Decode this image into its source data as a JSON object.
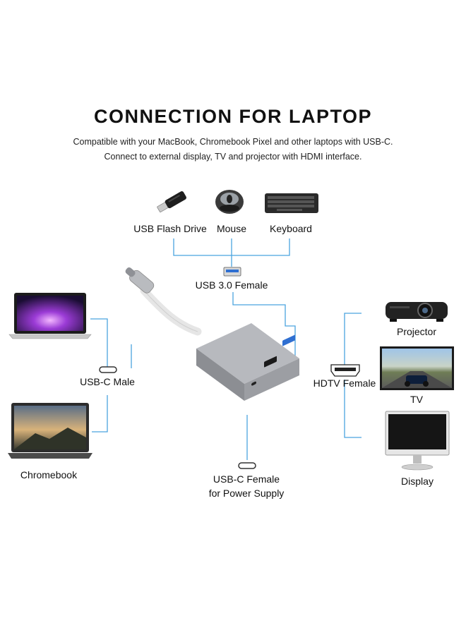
{
  "header": {
    "title": "CONNECTION FOR LAPTOP",
    "subtitle_line1": "Compatible with your MacBook, Chromebook Pixel and other laptops with USB-C.",
    "subtitle_line2": "Connect to external display, TV and projector with HDMI interface."
  },
  "peripherals": {
    "usb_flash_drive": "USB Flash Drive",
    "mouse": "Mouse",
    "keyboard": "Keyboard"
  },
  "ports": {
    "usb3_female": "USB 3.0 Female",
    "usbc_male": "USB-C Male",
    "hdtv_female": "HDTV Female",
    "usbc_female_line1": "USB-C Female",
    "usbc_female_line2": "for Power Supply"
  },
  "laptops": {
    "chromebook": "Chromebook"
  },
  "displays": {
    "projector": "Projector",
    "tv": "TV",
    "display": "Display"
  },
  "colors": {
    "connector_line": "#4aa3df",
    "adapter_body": "#a9abb0",
    "device_dark": "#2b2b2b"
  }
}
